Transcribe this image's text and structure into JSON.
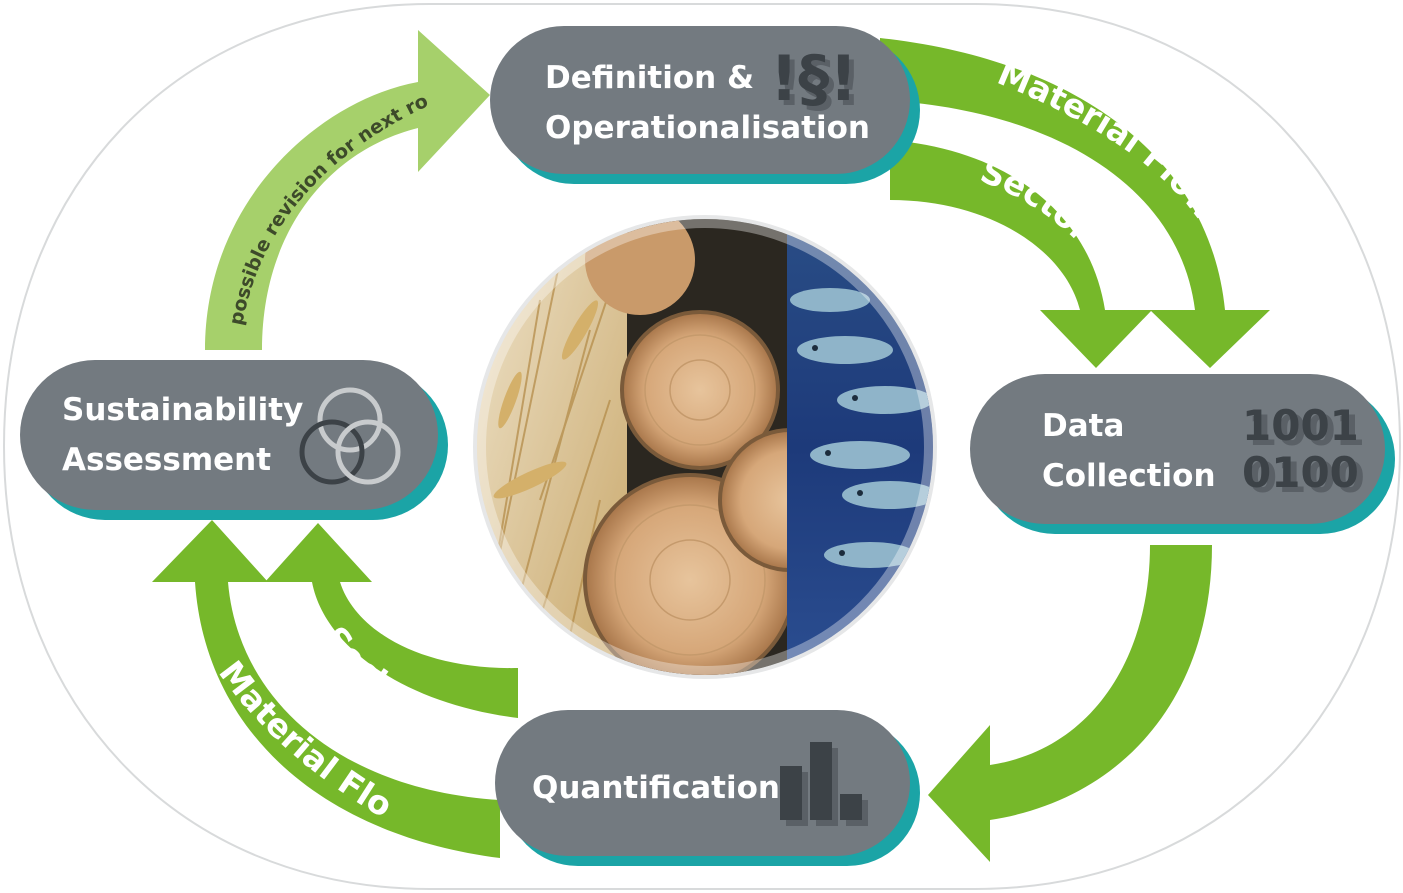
{
  "nodes": {
    "definition": {
      "line1": "Definition &",
      "line2": "Operationalisation",
      "icon_text": "!§!"
    },
    "data": {
      "line1": "Data",
      "line2": "Collection",
      "icon_line1": "1001",
      "icon_line2": "0100"
    },
    "quantification": {
      "label": "Quantification"
    },
    "sustainability": {
      "line1": "Sustainability",
      "line2": "Assessment"
    }
  },
  "arrows": {
    "outer_right": "Material Flows",
    "inner_right": "Sectors",
    "outer_left": "Material Flows",
    "inner_left": "Sectors",
    "revision": "possible revision for next round"
  },
  "colors": {
    "node_fill": "#737a80",
    "node_shadow": "#1ba4a6",
    "arrow_green": "#76b82a",
    "arrow_light_green": "#a6d06b",
    "icon_dark": "#3c4247"
  },
  "icons": {
    "definition": "paragraph-law-icon",
    "data": "binary-data-icon",
    "quantification": "bar-chart-icon",
    "sustainability": "overlapping-circles-icon"
  },
  "center_image": {
    "panels": [
      "wheat",
      "timber-logs",
      "fish-school"
    ]
  }
}
